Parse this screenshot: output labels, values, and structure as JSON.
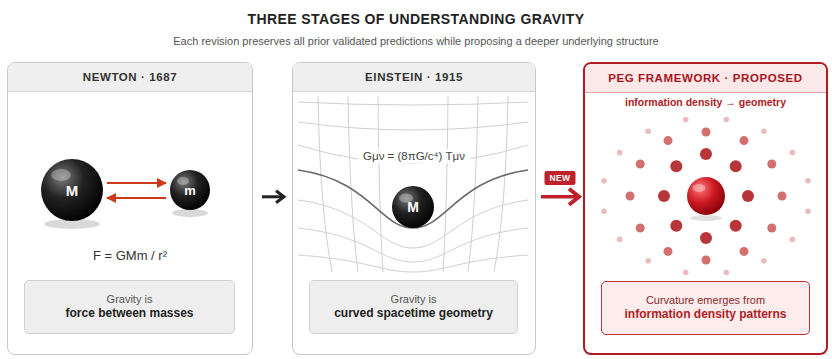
{
  "diagram": {
    "title": "THREE STAGES OF UNDERSTANDING GRAVITY",
    "nodes": [
      {
        "text": [
          "NEWTON · 1687",
          "F = GMm / r²"
        ]
      },
      {
        "text": [
          "Gravity is",
          "force between masses"
        ],
        "in": 0
      },
      {
        "text": [
          "EINSTEIN · 1915",
          "Gμν = (8πG/c⁴) Tμν"
        ]
      },
      {
        "text": [
          "Gravity is",
          "curved spacetime geometry"
        ],
        "in": 2
      },
      {
        "text": [
          "PEG FRAMEWORK · PROPOSED",
          "information density → geometry"
        ]
      },
      {
        "text": [
          "Curvature emerges from",
          "information density patterns"
        ],
        "in": 4
      }
    ],
    "edges": [
      {
        "from": 0,
        "to": 2,
        "arrow": "to"
      },
      {
        "from": 2,
        "to": 4,
        "arrow": "to",
        "label": "NEW"
      }
    ],
    "labels": [
      "Each revision preserves all prior validated predictions while proposing a deeper underlying structure",
      "M",
      "m",
      "M"
    ]
  }
}
